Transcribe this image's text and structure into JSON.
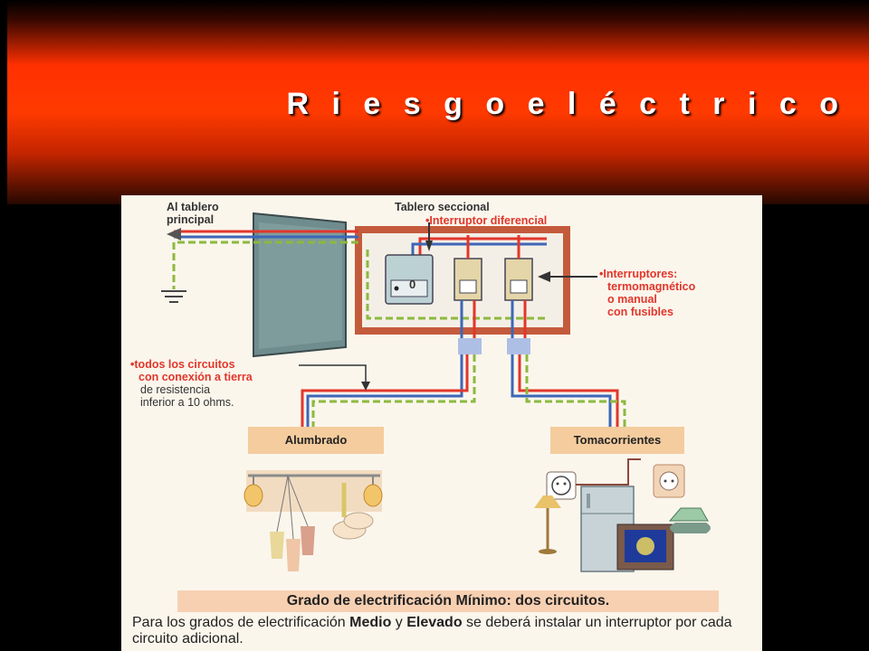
{
  "title": "R i e s g o   e l é c t r i c o",
  "labels": {
    "to_main_panel": [
      "Al tablero",
      "principal"
    ],
    "section_panel": "Tablero seccional",
    "differential_switch": "Interruptor diferencial",
    "breakers": [
      "Interruptores:",
      "termomagnético",
      "o manual",
      "con fusibles"
    ],
    "grounding_bold": [
      "todos los circuitos",
      "con conexión a tierra"
    ],
    "grounding_regular": [
      "de resistencia",
      "inferior a 10 ohms."
    ],
    "lighting": "Alumbrado",
    "outlets": "Tomacorrientes",
    "meter_value": "0"
  },
  "minimum_grade": "Grado de electrificación Mínimo: dos circuitos.",
  "footnote": {
    "part1": "Para los grados de electrificación ",
    "medio": "Medio",
    "y": " y ",
    "elevado": "Elevado",
    "part2": " se deberá instalar un interruptor por cada circuito adicional."
  },
  "colors": {
    "wire_red": "#e2362b",
    "wire_blue": "#3d67b8",
    "wire_ground": "#8cb93f",
    "panel_box": "#c45a3c",
    "label_red": "#e2362b",
    "tag_fill": "#f4cc9e"
  }
}
